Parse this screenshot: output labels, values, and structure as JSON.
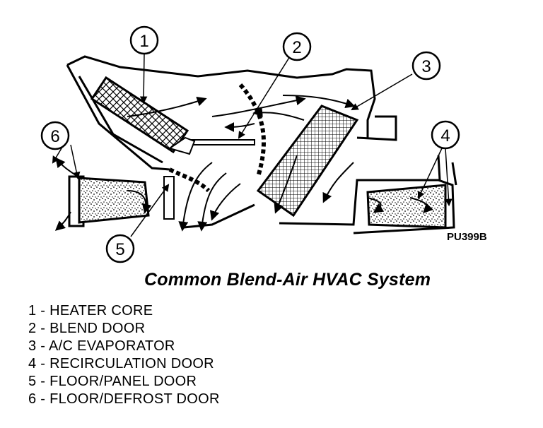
{
  "figure": {
    "code": "PU399B",
    "caption": "Common Blend-Air HVAC System",
    "callouts": [
      "1",
      "2",
      "3",
      "4",
      "5",
      "6"
    ]
  },
  "legend": [
    "1 - HEATER CORE",
    "2 - BLEND DOOR",
    "3 - A/C EVAPORATOR",
    "4 - RECIRCULATION DOOR",
    "5 - FLOOR/PANEL DOOR",
    "6 - FLOOR/DEFROST DOOR"
  ]
}
